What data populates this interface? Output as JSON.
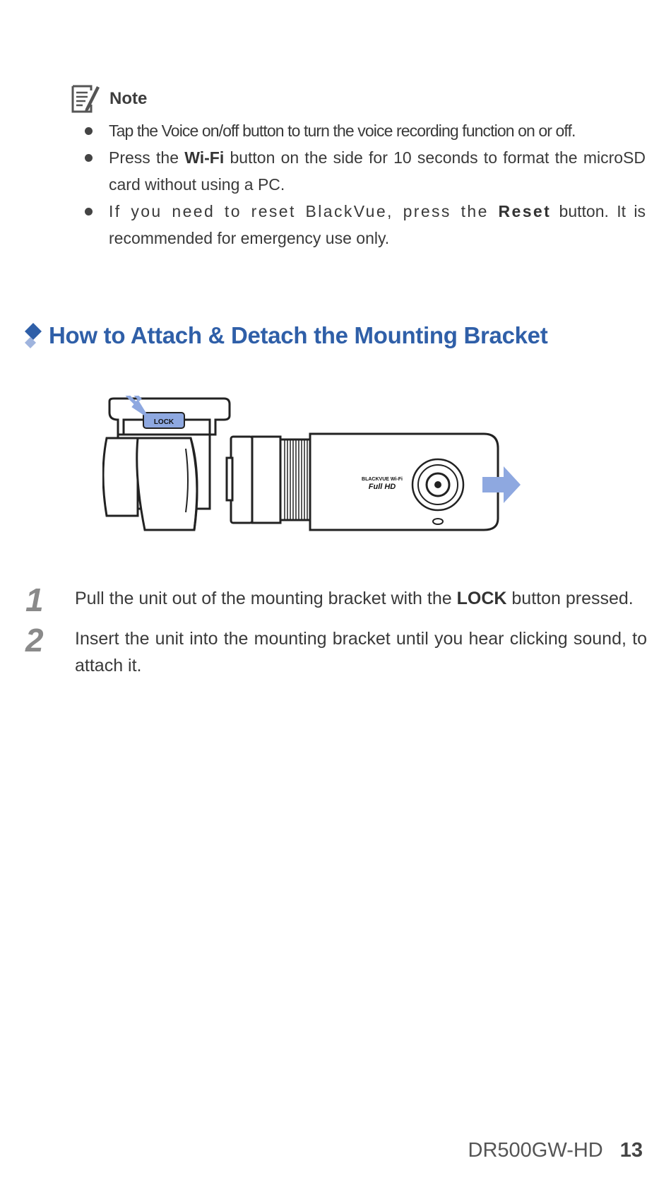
{
  "note": {
    "title": "Note",
    "item1": "Tap the Voice on/off button to turn the voice recording function on or off.",
    "item2_pre": "Press the ",
    "item2_bold": "Wi-Fi",
    "item2_post": " button on the side for 10 seconds to format the micro­SD card without using a PC.",
    "item3_pre": "If you need to reset BlackVue, press the ",
    "item3_bold": "Reset",
    "item3_post": " button. It is recommended for emergency use only."
  },
  "section": {
    "title": "How to Attach & Detach the Mounting Bracket"
  },
  "figure": {
    "lock_label": "LOCK",
    "brand_label": "BLACKVUE Wi-Fi",
    "brand_sub": "Full HD",
    "accent_color": "#8ea8e0"
  },
  "steps": [
    {
      "num": "1",
      "pre": "Pull the unit out of the mounting bracket with the ",
      "bold": "LOCK",
      "post": " button pressed."
    },
    {
      "num": "2",
      "text": "Insert the unit into the mounting bracket until you hear clicking sound, to attach it."
    }
  ],
  "footer": {
    "model": "DR500GW-HD",
    "page": "13"
  }
}
